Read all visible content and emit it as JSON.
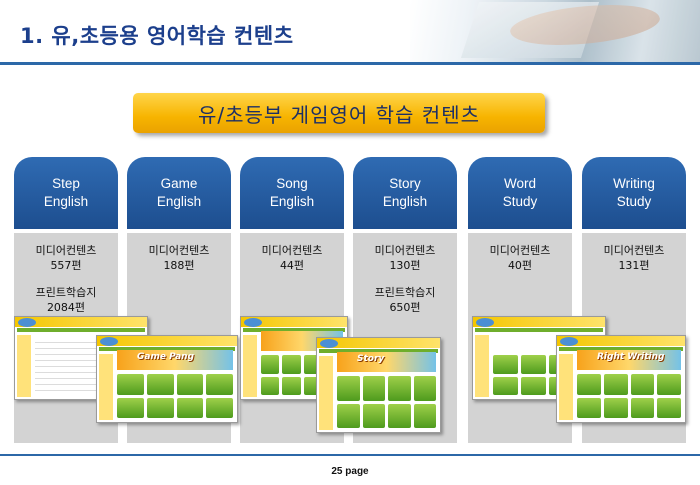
{
  "header": {
    "title": "1. 유,초등용 영어학습 컨텐츠"
  },
  "banner": {
    "text": "유/초등부 게임영어 학습 컨텐츠"
  },
  "columns": [
    {
      "title_line1": "Step",
      "title_line2": "English",
      "body": [
        "미디어컨텐츠",
        "557편",
        "",
        "프린트학습지",
        "2084편"
      ]
    },
    {
      "title_line1": "Game",
      "title_line2": "English",
      "body": [
        "미디어컨텐츠",
        "188편"
      ]
    },
    {
      "title_line1": "Song",
      "title_line2": "English",
      "body": [
        "미디어컨텐츠",
        "44편"
      ]
    },
    {
      "title_line1": "Story",
      "title_line2": "English",
      "body": [
        "미디어컨텐츠",
        "130편",
        "",
        "프린트학습지",
        "650편"
      ]
    },
    {
      "title_line1": "Word",
      "title_line2": "Study",
      "body": [
        "미디어컨텐츠",
        "40편"
      ]
    },
    {
      "title_line1": "Writing",
      "title_line2": "Study",
      "body": [
        "미디어컨텐츠",
        "131편"
      ]
    }
  ],
  "screenshots": {
    "game_banner_text": "Game Pang",
    "story_banner_text": "Story",
    "writing_banner_text": "Right Writing"
  },
  "footer": {
    "page": "25 page"
  },
  "colors": {
    "title": "#1c3f8c",
    "rule": "#2c68a8",
    "column_head": "#1d4e8f",
    "column_body": "#d3d3d3",
    "banner": "#f7b400"
  }
}
